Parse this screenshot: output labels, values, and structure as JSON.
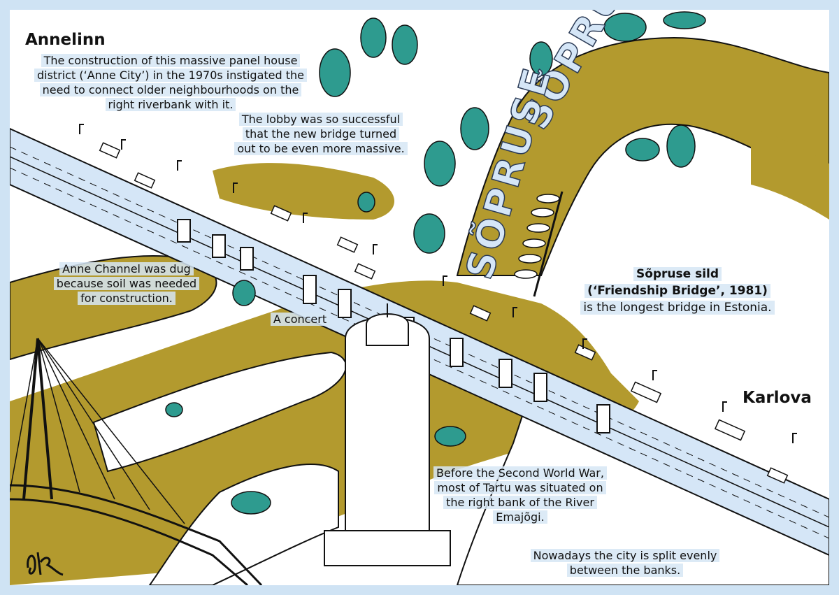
{
  "places": {
    "annelinn": "Annelinn",
    "karlova": "Karlova",
    "river_top": "SÕPRUSE",
    "river_side": "SÕPRUSE"
  },
  "notes": {
    "annelinn_text": "The construction of this massive panel house district (‘Anne City’) in the 1970s instigated the need to connect older neighbourhoods on the right riverbank with it.",
    "lobby_text": "The lobby was so successful that the new bridge turned out to be even more massive.",
    "channel_text": "Anne Channel was dug because soil was needed for construction.",
    "concert_text": "A concert",
    "bridge_name": "Sõpruse sild",
    "bridge_subtitle": "(‘Friendship Bridge’, 1981)",
    "bridge_fact": "is the longest bridge in Estonia.",
    "ww2_text": "Before the Second World War, most of Tartu was situated on the right bank of the River Emajõgi.",
    "now_text": "Nowadays the city is split evenly between the banks."
  },
  "colors": {
    "river": "#b39a2e",
    "water_blue": "#d5e6f7",
    "trees": "#2e9b8f",
    "ink": "#111111",
    "frame": "#cfe3f4"
  }
}
